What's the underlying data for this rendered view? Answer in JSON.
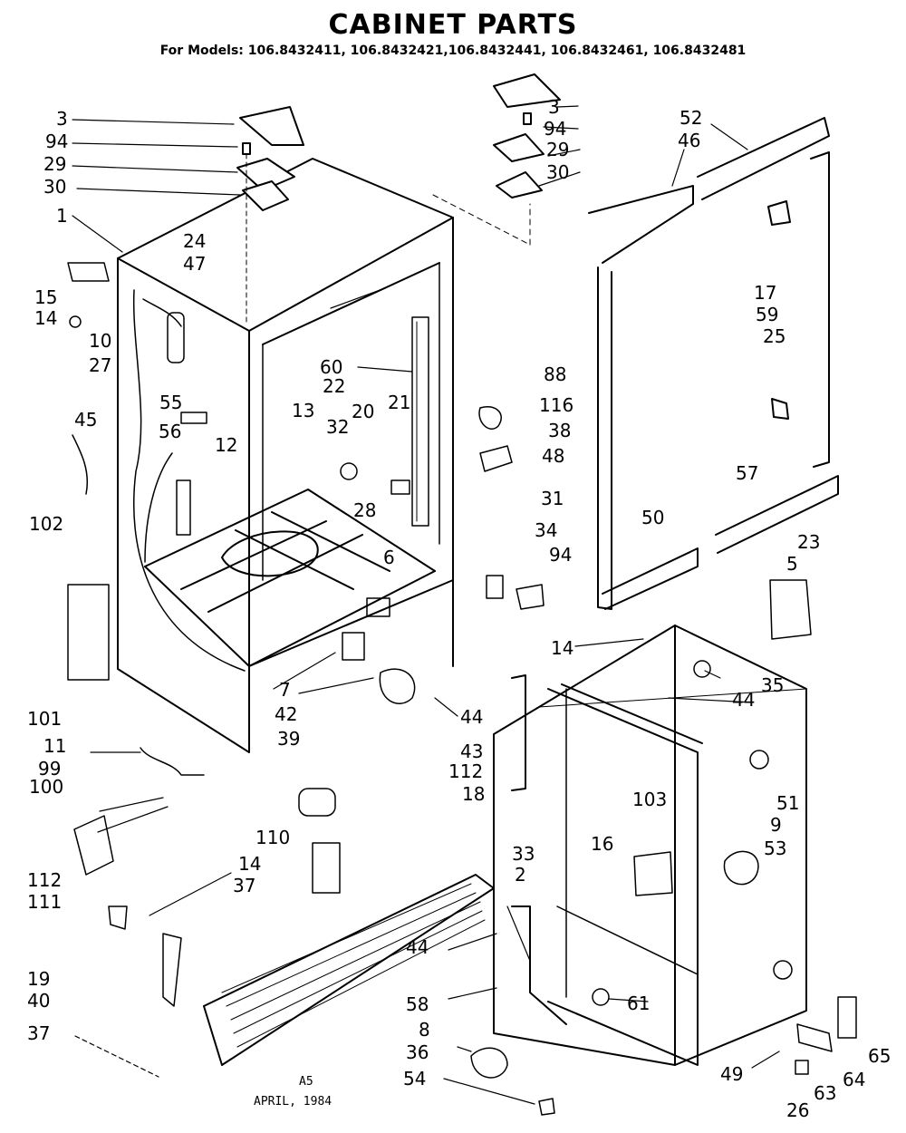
{
  "header": {
    "title": "CABINET PARTS",
    "subtitle": "For Models: 106.8432411, 106.8432421,106.8432441, 106.8432461, 106.8432481"
  },
  "footer": {
    "code": "A5",
    "date": "APRIL, 1984"
  },
  "callouts": [
    {
      "id": "c1",
      "label": "3"
    },
    {
      "id": "c2",
      "label": "94"
    },
    {
      "id": "c3",
      "label": "29"
    },
    {
      "id": "c4",
      "label": "30"
    },
    {
      "id": "c5",
      "label": "1"
    },
    {
      "id": "c6",
      "label": "15"
    },
    {
      "id": "c7",
      "label": "14"
    },
    {
      "id": "c8",
      "label": "10"
    },
    {
      "id": "c9",
      "label": "27"
    },
    {
      "id": "c10",
      "label": "24"
    },
    {
      "id": "c11",
      "label": "47"
    },
    {
      "id": "c12",
      "label": "55"
    },
    {
      "id": "c13",
      "label": "45"
    },
    {
      "id": "c14",
      "label": "56"
    },
    {
      "id": "c15",
      "label": "12"
    },
    {
      "id": "c16",
      "label": "13"
    },
    {
      "id": "c17",
      "label": "60"
    },
    {
      "id": "c18",
      "label": "22"
    },
    {
      "id": "c19",
      "label": "32"
    },
    {
      "id": "c20",
      "label": "20"
    },
    {
      "id": "c21",
      "label": "21"
    },
    {
      "id": "c22",
      "label": "28"
    },
    {
      "id": "c23",
      "label": "6"
    },
    {
      "id": "c24",
      "label": "102"
    },
    {
      "id": "c25",
      "label": "101"
    },
    {
      "id": "c26",
      "label": "7"
    },
    {
      "id": "c27",
      "label": "42"
    },
    {
      "id": "c28",
      "label": "39"
    },
    {
      "id": "c29",
      "label": "11"
    },
    {
      "id": "c30",
      "label": "99"
    },
    {
      "id": "c31",
      "label": "100"
    },
    {
      "id": "c32",
      "label": "112"
    },
    {
      "id": "c33",
      "label": "111"
    },
    {
      "id": "c34",
      "label": "110"
    },
    {
      "id": "c35",
      "label": "14"
    },
    {
      "id": "c36",
      "label": "37"
    },
    {
      "id": "c37",
      "label": "19"
    },
    {
      "id": "c38",
      "label": "40"
    },
    {
      "id": "c39",
      "label": "37"
    },
    {
      "id": "c40",
      "label": "44"
    },
    {
      "id": "c41",
      "label": "43"
    },
    {
      "id": "c42",
      "label": "112"
    },
    {
      "id": "c43",
      "label": "18"
    },
    {
      "id": "c44",
      "label": "33"
    },
    {
      "id": "c45",
      "label": "3"
    },
    {
      "id": "c46",
      "label": "94"
    },
    {
      "id": "c47",
      "label": "29"
    },
    {
      "id": "c48",
      "label": "30"
    },
    {
      "id": "c49",
      "label": "52"
    },
    {
      "id": "c50",
      "label": "46"
    },
    {
      "id": "c51",
      "label": "17"
    },
    {
      "id": "c52",
      "label": "59"
    },
    {
      "id": "c53",
      "label": "25"
    },
    {
      "id": "c54",
      "label": "88"
    },
    {
      "id": "c55",
      "label": "116"
    },
    {
      "id": "c56",
      "label": "38"
    },
    {
      "id": "c57",
      "label": "48"
    },
    {
      "id": "c58",
      "label": "57"
    },
    {
      "id": "c59",
      "label": "31"
    },
    {
      "id": "c60",
      "label": "34"
    },
    {
      "id": "c61",
      "label": "94"
    },
    {
      "id": "c62",
      "label": "50"
    },
    {
      "id": "c63",
      "label": "23"
    },
    {
      "id": "c64",
      "label": "5"
    },
    {
      "id": "c65",
      "label": "14"
    },
    {
      "id": "c66",
      "label": "35"
    },
    {
      "id": "c67",
      "label": "44"
    },
    {
      "id": "c68",
      "label": "51"
    },
    {
      "id": "c69",
      "label": "103"
    },
    {
      "id": "c70",
      "label": "16"
    },
    {
      "id": "c71",
      "label": "9"
    },
    {
      "id": "c72",
      "label": "53"
    },
    {
      "id": "c73",
      "label": "2"
    },
    {
      "id": "c74",
      "label": "44"
    },
    {
      "id": "c75",
      "label": "58"
    },
    {
      "id": "c76",
      "label": "61"
    },
    {
      "id": "c77",
      "label": "36"
    },
    {
      "id": "c78",
      "label": "8"
    },
    {
      "id": "c79",
      "label": "54"
    },
    {
      "id": "c80",
      "label": "49"
    },
    {
      "id": "c81",
      "label": "26"
    },
    {
      "id": "c82",
      "label": "63"
    },
    {
      "id": "c83",
      "label": "64"
    },
    {
      "id": "c84",
      "label": "65"
    }
  ]
}
